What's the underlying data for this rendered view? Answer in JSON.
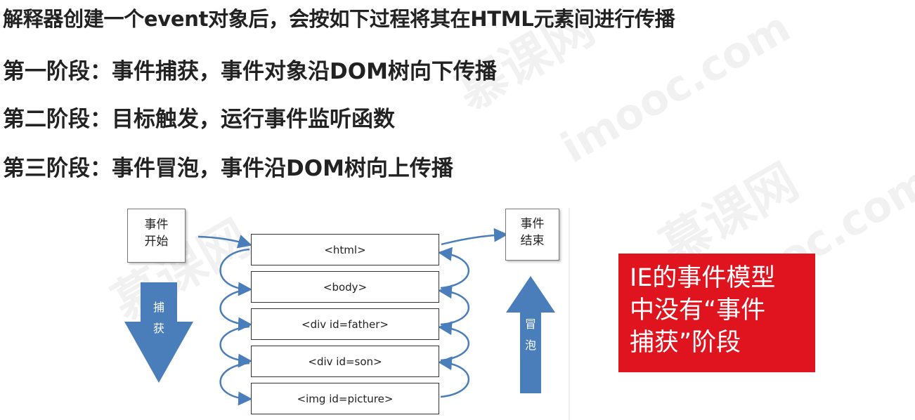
{
  "heading_lines": [
    "解释器创建一个event对象后，会按如下过程将其在HTML元素间进行传播",
    "第一阶段：事件捕获，事件对象沿DOM树向下传播",
    "第二阶段：目标触发，运行事件监听函数",
    "第三阶段：事件冒泡，事件沿DOM树向上传播"
  ],
  "diagram": {
    "start_box": [
      "事件",
      "开始"
    ],
    "end_box": [
      "事件",
      "结束"
    ],
    "capture_arrow_label": [
      "捕",
      "获"
    ],
    "bubble_arrow_label": [
      "冒",
      "泡"
    ],
    "dom_levels": [
      "<html>",
      "<body>",
      "<div id=father>",
      "<div id=son>",
      "<img id=picture>"
    ],
    "arrow_color": "#4a7ebb"
  },
  "note": {
    "lines": [
      "IE的事件模型",
      "中没有“事件",
      "捕获”阶段"
    ],
    "background": "#e0141e"
  },
  "watermark": {
    "text": "慕课网",
    "domain": "imooc.com"
  }
}
